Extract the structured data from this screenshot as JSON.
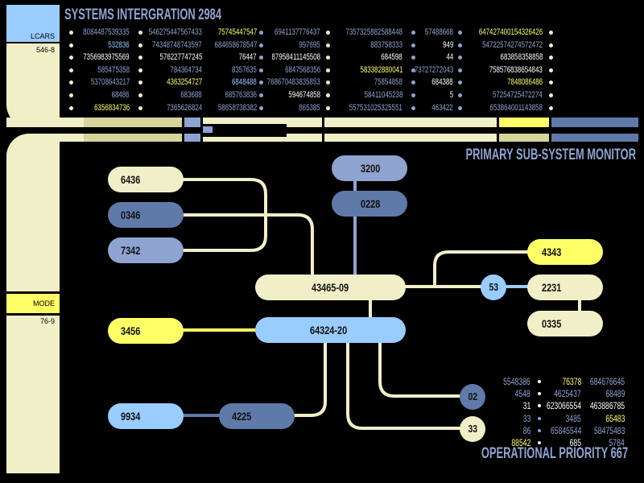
{
  "colors": {
    "cream": "#f1efc8",
    "blue": "#99ccff",
    "periwinkle": "#8fa3d0",
    "slate": "#5f7aa8",
    "yellow": "#ffff66",
    "olive": "#d6d59a",
    "white": "#ffffff"
  },
  "header": {
    "title": "SYSTEMS INTERGRATION 2984"
  },
  "sidebar": {
    "lcars_label": "LCARS",
    "lcars_code": "546-8",
    "mode_select_label": "MODE SELECT",
    "mode_code": "76-9"
  },
  "data_columns": [
    {
      "dot_color": "#f1efc8",
      "rows": [
        {
          "text": "8084487539335",
          "color": "#8fa3d0"
        },
        {
          "text": "532836",
          "color": "#99ccff"
        },
        {
          "text": "7356983975569",
          "color": "#ffffff"
        },
        {
          "text": "585475358",
          "color": "#8fa3d0"
        },
        {
          "text": "53708643217",
          "color": "#8fa3d0"
        },
        {
          "text": "68486",
          "color": "#8fa3d0"
        },
        {
          "text": "6356834736",
          "color": "#ffff66"
        }
      ]
    },
    {
      "dot_color": "#f1efc8",
      "rows": [
        {
          "text": "546275447567433",
          "color": "#8fa3d0"
        },
        {
          "text": "74348748743597",
          "color": "#8fa3d0"
        },
        {
          "text": "576227747245",
          "color": "#ffffff"
        },
        {
          "text": "784364734",
          "color": "#8fa3d0"
        },
        {
          "text": "4363254727",
          "color": "#ffff66"
        },
        {
          "text": "683688",
          "color": "#8fa3d0"
        },
        {
          "text": "7365626824",
          "color": "#8fa3d0"
        }
      ]
    },
    {
      "dot_color": "#8fa3d0",
      "rows": [
        {
          "text": "75745447547",
          "color": "#ffff66"
        },
        {
          "text": "684658678547",
          "color": "#8fa3d0"
        },
        {
          "text": "76447",
          "color": "#ffffff"
        },
        {
          "text": "8357635",
          "color": "#8fa3d0"
        },
        {
          "text": "6848488",
          "color": "#99ccff"
        },
        {
          "text": "685763836",
          "color": "#8fa3d0"
        },
        {
          "text": "58658738382",
          "color": "#8fa3d0"
        }
      ]
    },
    {
      "dot_color": "#f1efc8",
      "rows": [
        {
          "text": "6941137776437",
          "color": "#8fa3d0"
        },
        {
          "text": "997695",
          "color": "#8fa3d0"
        },
        {
          "text": "87958411145508",
          "color": "#ffffff"
        },
        {
          "text": "6847568356",
          "color": "#8fa3d0"
        },
        {
          "text": "768670483835853",
          "color": "#8fa3d0"
        },
        {
          "text": "594674858",
          "color": "#ffffff"
        },
        {
          "text": "865385",
          "color": "#8fa3d0"
        }
      ]
    },
    {
      "dot_color": "#8fa3d0",
      "rows": [
        {
          "text": "7357325882588448",
          "color": "#8fa3d0"
        },
        {
          "text": "883758333",
          "color": "#8fa3d0"
        },
        {
          "text": "684598",
          "color": "#ffffff"
        },
        {
          "text": "583382880041",
          "color": "#ffff66"
        },
        {
          "text": "75854858",
          "color": "#8fa3d0"
        },
        {
          "text": "58411045238",
          "color": "#8fa3d0"
        },
        {
          "text": "557531025325551",
          "color": "#8fa3d0"
        }
      ]
    },
    {
      "dot_color": "#8fa3d0",
      "rows": [
        {
          "text": "57488668",
          "color": "#8fa3d0"
        },
        {
          "text": "949",
          "color": "#ffffff"
        },
        {
          "text": "44",
          "color": "#ffffff"
        },
        {
          "text": "73727272043",
          "color": "#8fa3d0"
        },
        {
          "text": "684388",
          "color": "#ffffff"
        },
        {
          "text": "5",
          "color": "#ffffff"
        },
        {
          "text": "463422",
          "color": "#8fa3d0"
        }
      ]
    },
    {
      "dot_color": "#f1efc8",
      "rows": [
        {
          "text": "647427400154326426",
          "color": "#ffff66"
        },
        {
          "text": "54722574274572472",
          "color": "#8fa3d0"
        },
        {
          "text": "683858358858",
          "color": "#ffffff"
        },
        {
          "text": "758576838654843",
          "color": "#ffffff"
        },
        {
          "text": "7848086486",
          "color": "#ffff66"
        },
        {
          "text": "57254725472274",
          "color": "#8fa3d0"
        },
        {
          "text": "653864001143858",
          "color": "#8fa3d0"
        }
      ]
    }
  ],
  "monitor": {
    "title": "PRIMARY SUB-SYSTEM MONITOR",
    "nodes": {
      "n6436": "6436",
      "n0346": "0346",
      "n7342": "7342",
      "n3200": "3200",
      "n0228": "0228",
      "n4343": "4343",
      "n53": "53",
      "n2231": "2231",
      "n0335": "0335",
      "n43465": "43465-09",
      "n3456": "3456",
      "n64324": "64324-20",
      "n02": "02",
      "n33": "33",
      "n9934": "9934",
      "n4225": "4225"
    }
  },
  "operational": {
    "title": "OPERATIONAL PRIORITY 667",
    "columns": [
      {
        "rows": [
          {
            "text": "5548386",
            "color": "#8fa3d0"
          },
          {
            "text": "4548",
            "color": "#8fa3d0"
          },
          {
            "text": "31",
            "color": "#ffffff"
          },
          {
            "text": "33",
            "color": "#8fa3d0"
          },
          {
            "text": "86",
            "color": "#8fa3d0"
          },
          {
            "text": "88542",
            "color": "#ffff66"
          }
        ],
        "dots": [
          "#ffffff",
          "#ffffff",
          "#ffffff",
          "#8fa3d0",
          "#8fa3d0",
          "#f1efc8"
        ]
      },
      {
        "rows": [
          {
            "text": "76378",
            "color": "#ffff66"
          },
          {
            "text": "4625437",
            "color": "#8fa3d0"
          },
          {
            "text": "623066554",
            "color": "#ffffff"
          },
          {
            "text": "3485",
            "color": "#8fa3d0"
          },
          {
            "text": "65845544",
            "color": "#8fa3d0"
          },
          {
            "text": "685",
            "color": "#ffffff"
          }
        ]
      },
      {
        "rows": [
          {
            "text": "684676645",
            "color": "#8fa3d0"
          },
          {
            "text": "68489",
            "color": "#8fa3d0"
          },
          {
            "text": "463886785",
            "color": "#ffffff"
          },
          {
            "text": "65483",
            "color": "#ffff66"
          },
          {
            "text": "58475483",
            "color": "#8fa3d0"
          },
          {
            "text": "5784",
            "color": "#8fa3d0"
          }
        ]
      }
    ]
  }
}
